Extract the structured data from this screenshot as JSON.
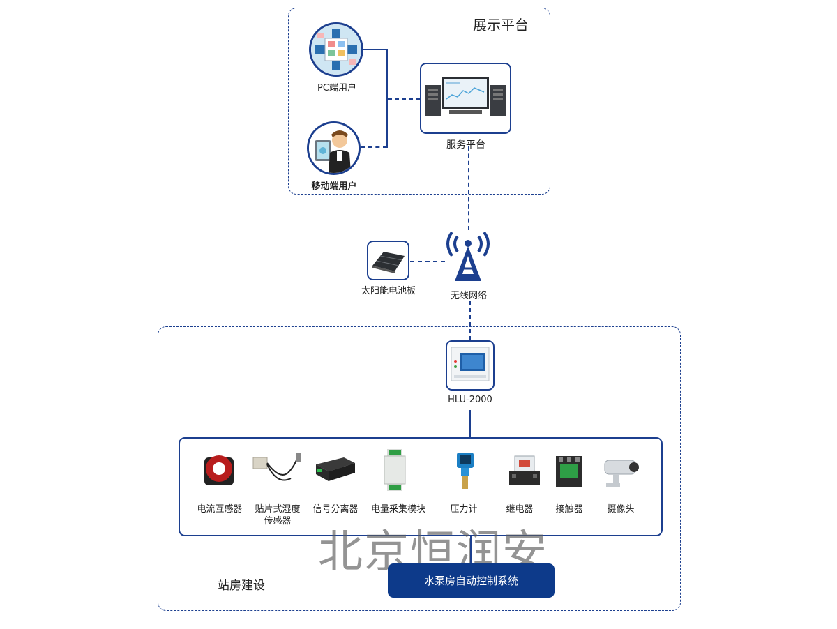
{
  "display_platform": {
    "title": "展示平台"
  },
  "users": {
    "pc_label": "PC端用户",
    "mobile_label": "移动端用户"
  },
  "server": {
    "label": "服务平台"
  },
  "network": {
    "solar_label": "太阳能电池板",
    "wireless_label": "无线网络"
  },
  "controller": {
    "label": "HLU-2000"
  },
  "devices": [
    {
      "label": "电流互感器",
      "icon": "current-transformer-icon"
    },
    {
      "label": "贴片式湿度\n传感器",
      "icon": "humidity-sensor-icon"
    },
    {
      "label": "信号分离器",
      "icon": "signal-splitter-icon"
    },
    {
      "label": "电量采集模块",
      "icon": "power-module-icon"
    },
    {
      "label": "压力计",
      "icon": "pressure-gauge-icon"
    },
    {
      "label": "继电器",
      "icon": "relay-icon"
    },
    {
      "label": "接触器",
      "icon": "contactor-icon"
    },
    {
      "label": "摄像头",
      "icon": "camera-icon"
    }
  ],
  "station": {
    "label": "站房建设"
  },
  "system_button": {
    "label": "水泵房自动控制系统"
  },
  "watermark": "北京恒润安",
  "colors": {
    "accent": "#1c3f8f",
    "button": "#0d3a8a"
  }
}
